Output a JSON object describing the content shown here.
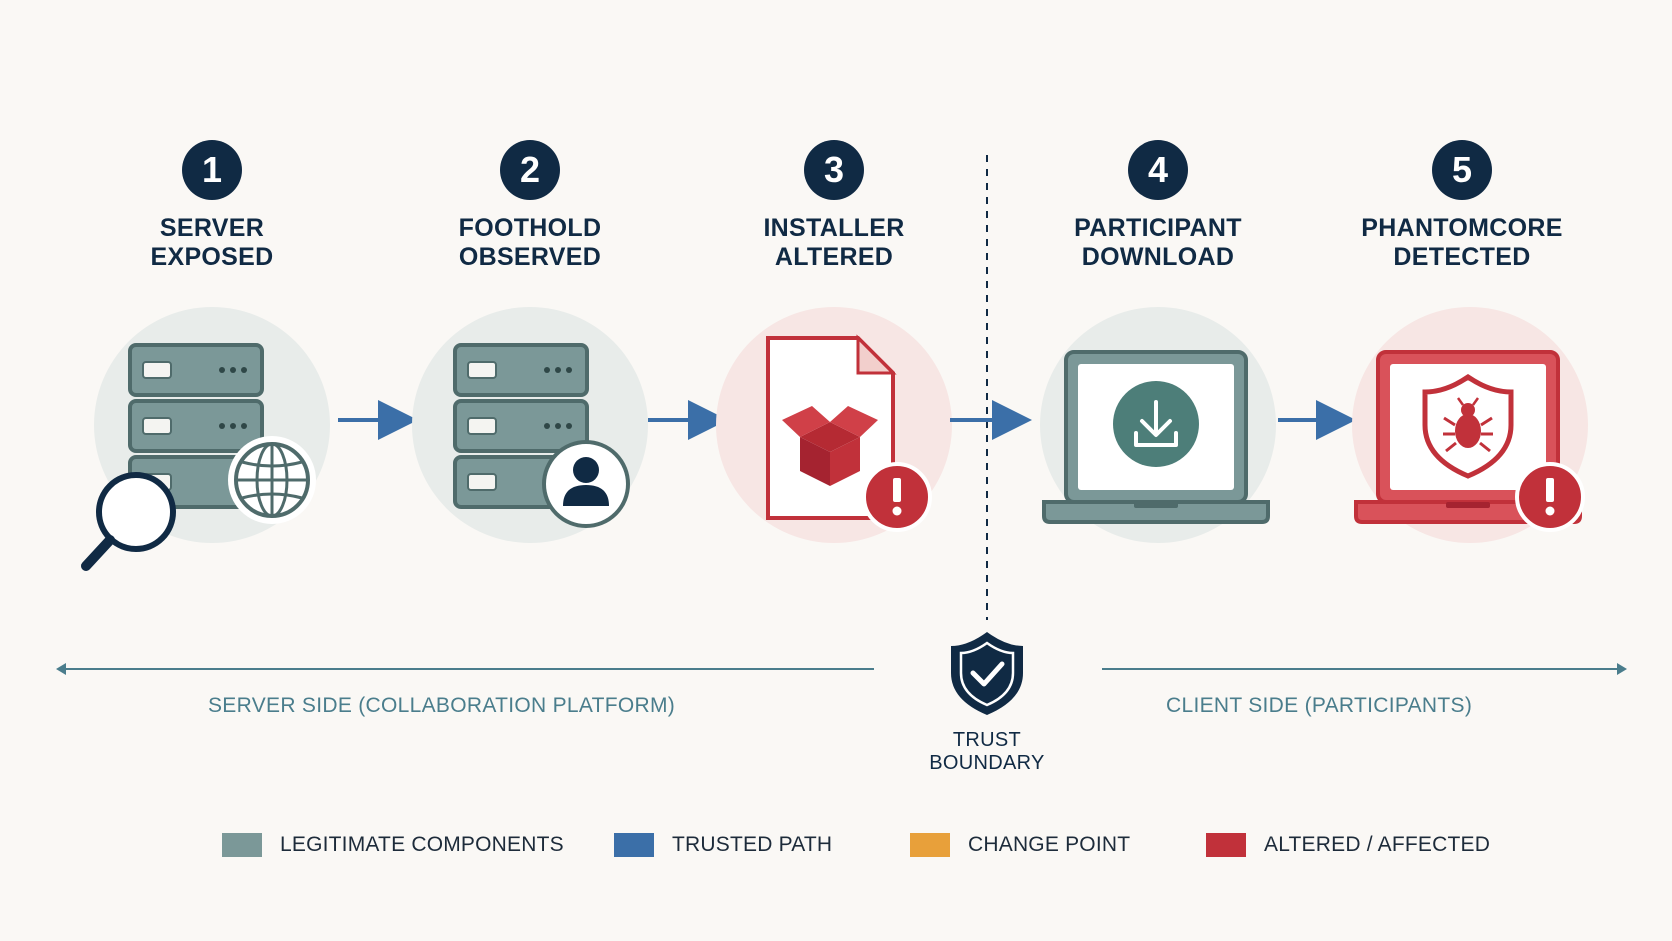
{
  "steps": [
    {
      "number": "1",
      "title_line1": "SERVER",
      "title_line2": "EXPOSED"
    },
    {
      "number": "2",
      "title_line1": "FOOTHOLD",
      "title_line2": "OBSERVED"
    },
    {
      "number": "3",
      "title_line1": "INSTALLER",
      "title_line2": "ALTERED"
    },
    {
      "number": "4",
      "title_line1": "PARTICIPANT",
      "title_line2": "DOWNLOAD"
    },
    {
      "number": "5",
      "title_line1": "PHANTOMCORE",
      "title_line2": "DETECTED"
    }
  ],
  "zones": {
    "server_side": "SERVER SIDE (COLLABORATION PLATFORM)",
    "client_side": "CLIENT SIDE (PARTICIPANTS)",
    "boundary": "TRUST BOUNDARY"
  },
  "legend": [
    {
      "label": "LEGITIMATE COMPONENTS",
      "color": "#7b9898"
    },
    {
      "label": "TRUSTED PATH",
      "color": "#3b6fa8"
    },
    {
      "label": "CHANGE POINT",
      "color": "#e8a03a"
    },
    {
      "label": "ALTERED / AFFECTED",
      "color": "#c1313a"
    }
  ],
  "colors": {
    "navy": "#102a44",
    "legitimate": "#5e7f7f",
    "trusted": "#3b6fa8",
    "altered": "#c1313a",
    "zone_text": "#4a7d8c"
  },
  "icons": [
    "server-icon",
    "magnifier-icon",
    "globe-icon",
    "user-icon",
    "document-icon",
    "package-icon",
    "alert-icon",
    "laptop-icon",
    "download-icon",
    "shield-bug-icon",
    "shield-check-icon"
  ]
}
